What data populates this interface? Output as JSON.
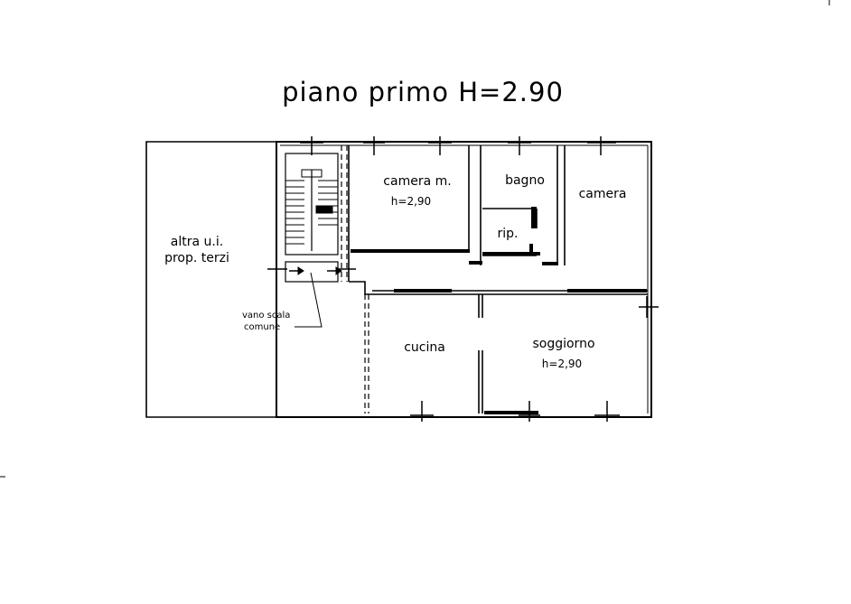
{
  "title": "piano primo H=2.90",
  "rooms": {
    "altra_ui_line1": "altra u.i.",
    "altra_ui_line2": "prop. terzi",
    "camera_m": "camera m.",
    "camera_m_height": "h=2,90",
    "bagno": "bagno",
    "rip": "rip.",
    "camera": "camera",
    "cucina": "cucina",
    "soggiorno": "soggiorno",
    "soggiorno_height": "h=2,90"
  },
  "stairwell": {
    "line1": "vano scala",
    "line2": "comune"
  },
  "colors": {
    "ink": "#000000",
    "paper": "#ffffff"
  }
}
